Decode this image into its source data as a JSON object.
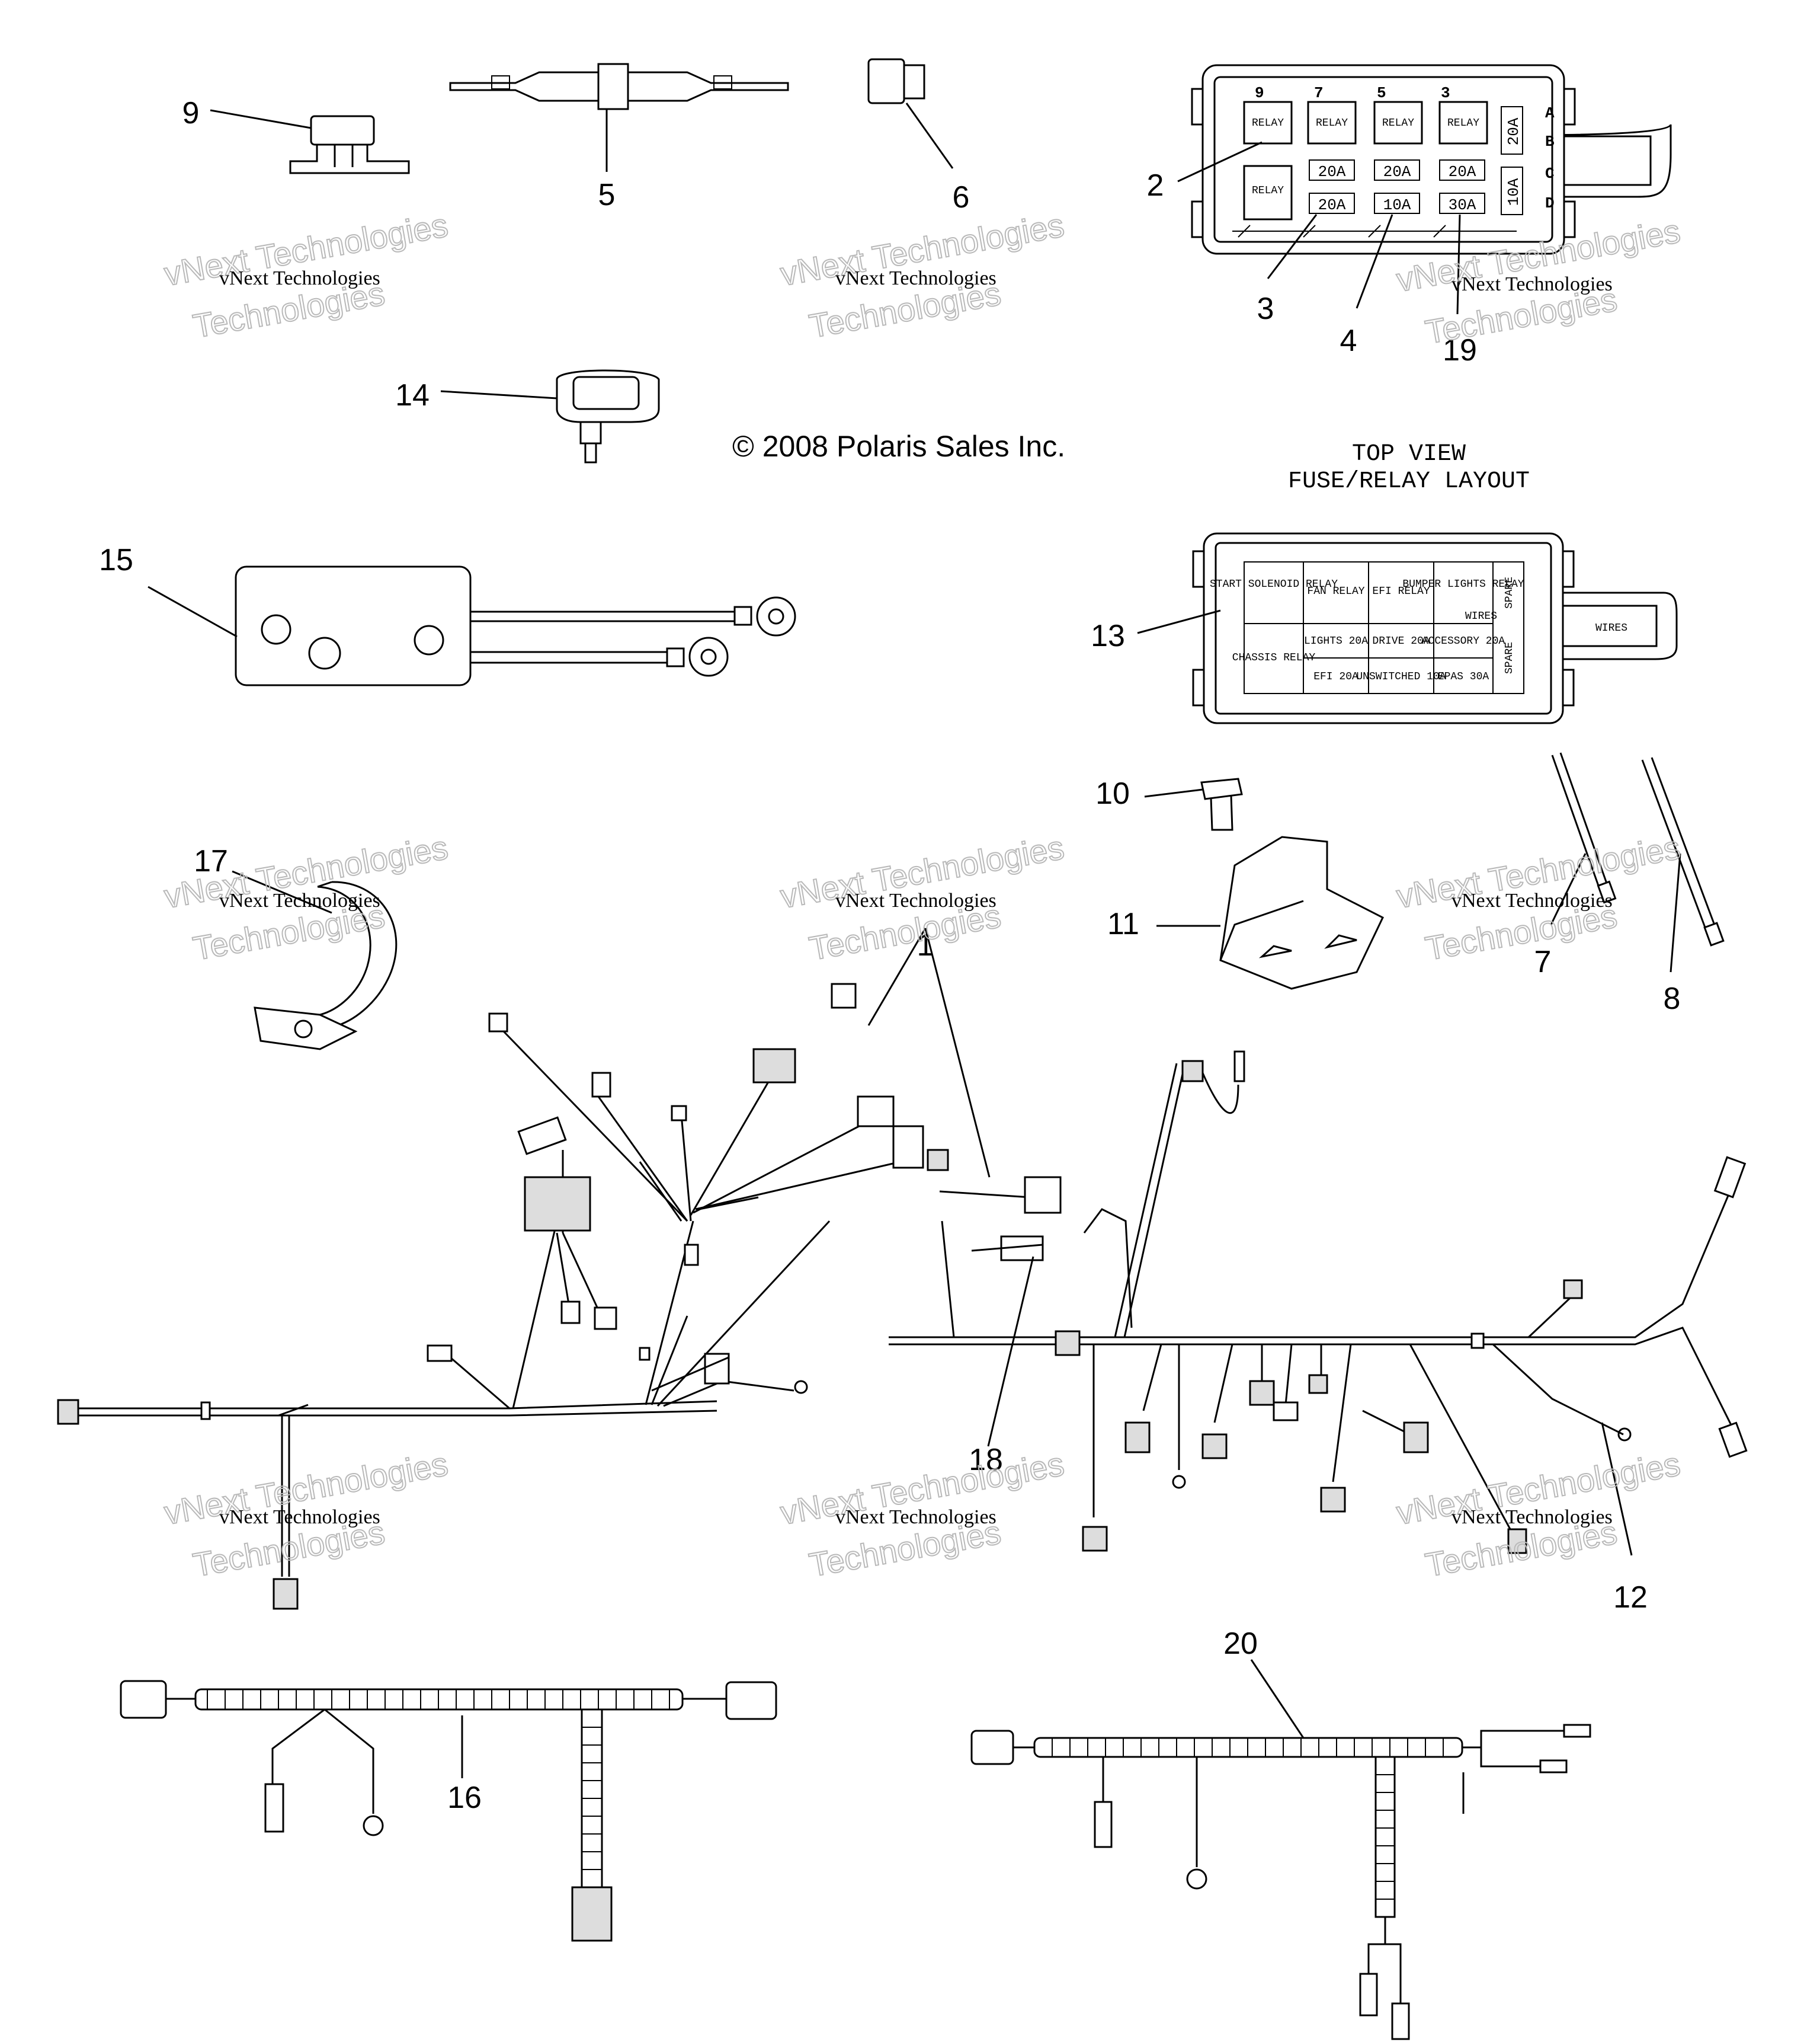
{
  "copyright": "© 2008 Polaris Sales Inc.",
  "layout_title": [
    "TOP VIEW",
    "FUSE/RELAY LAYOUT"
  ],
  "callouts": [
    "1",
    "2",
    "3",
    "4",
    "5",
    "6",
    "7",
    "8",
    "9",
    "10",
    "11",
    "12",
    "13",
    "14",
    "15",
    "16",
    "17",
    "18",
    "19",
    "20"
  ],
  "watermark": {
    "line1": "vNext Technologies",
    "line2": "vNext Technologies",
    "line3": "Technologies"
  },
  "fuse_box_top": {
    "slot_numbers": [
      "9",
      "7",
      "5",
      "3"
    ],
    "row_letters": [
      "A",
      "B",
      "C",
      "D"
    ],
    "relay_label": "RELAY",
    "fuses_row1": [
      "20A",
      "20A",
      "20A"
    ],
    "fuses_row2": [
      "20A",
      "10A",
      "30A"
    ],
    "side_fuses": [
      "20A",
      "10A"
    ]
  },
  "fuse_box_layout": {
    "cells": [
      "START SOLENOID RELAY",
      "FAN RELAY",
      "EFI RELAY",
      "BUMPER LIGHTS RELAY",
      "SPARE",
      "CHASSIS RELAY",
      "LIGHTS 20A",
      "DRIVE 20A",
      "ACCESSORY 20A",
      "SPARE",
      "EFI 20A",
      "UNSWITCHED 10A",
      "EPAS 30A"
    ],
    "wires_label": "WIRES",
    "side_label": "WIRES"
  }
}
